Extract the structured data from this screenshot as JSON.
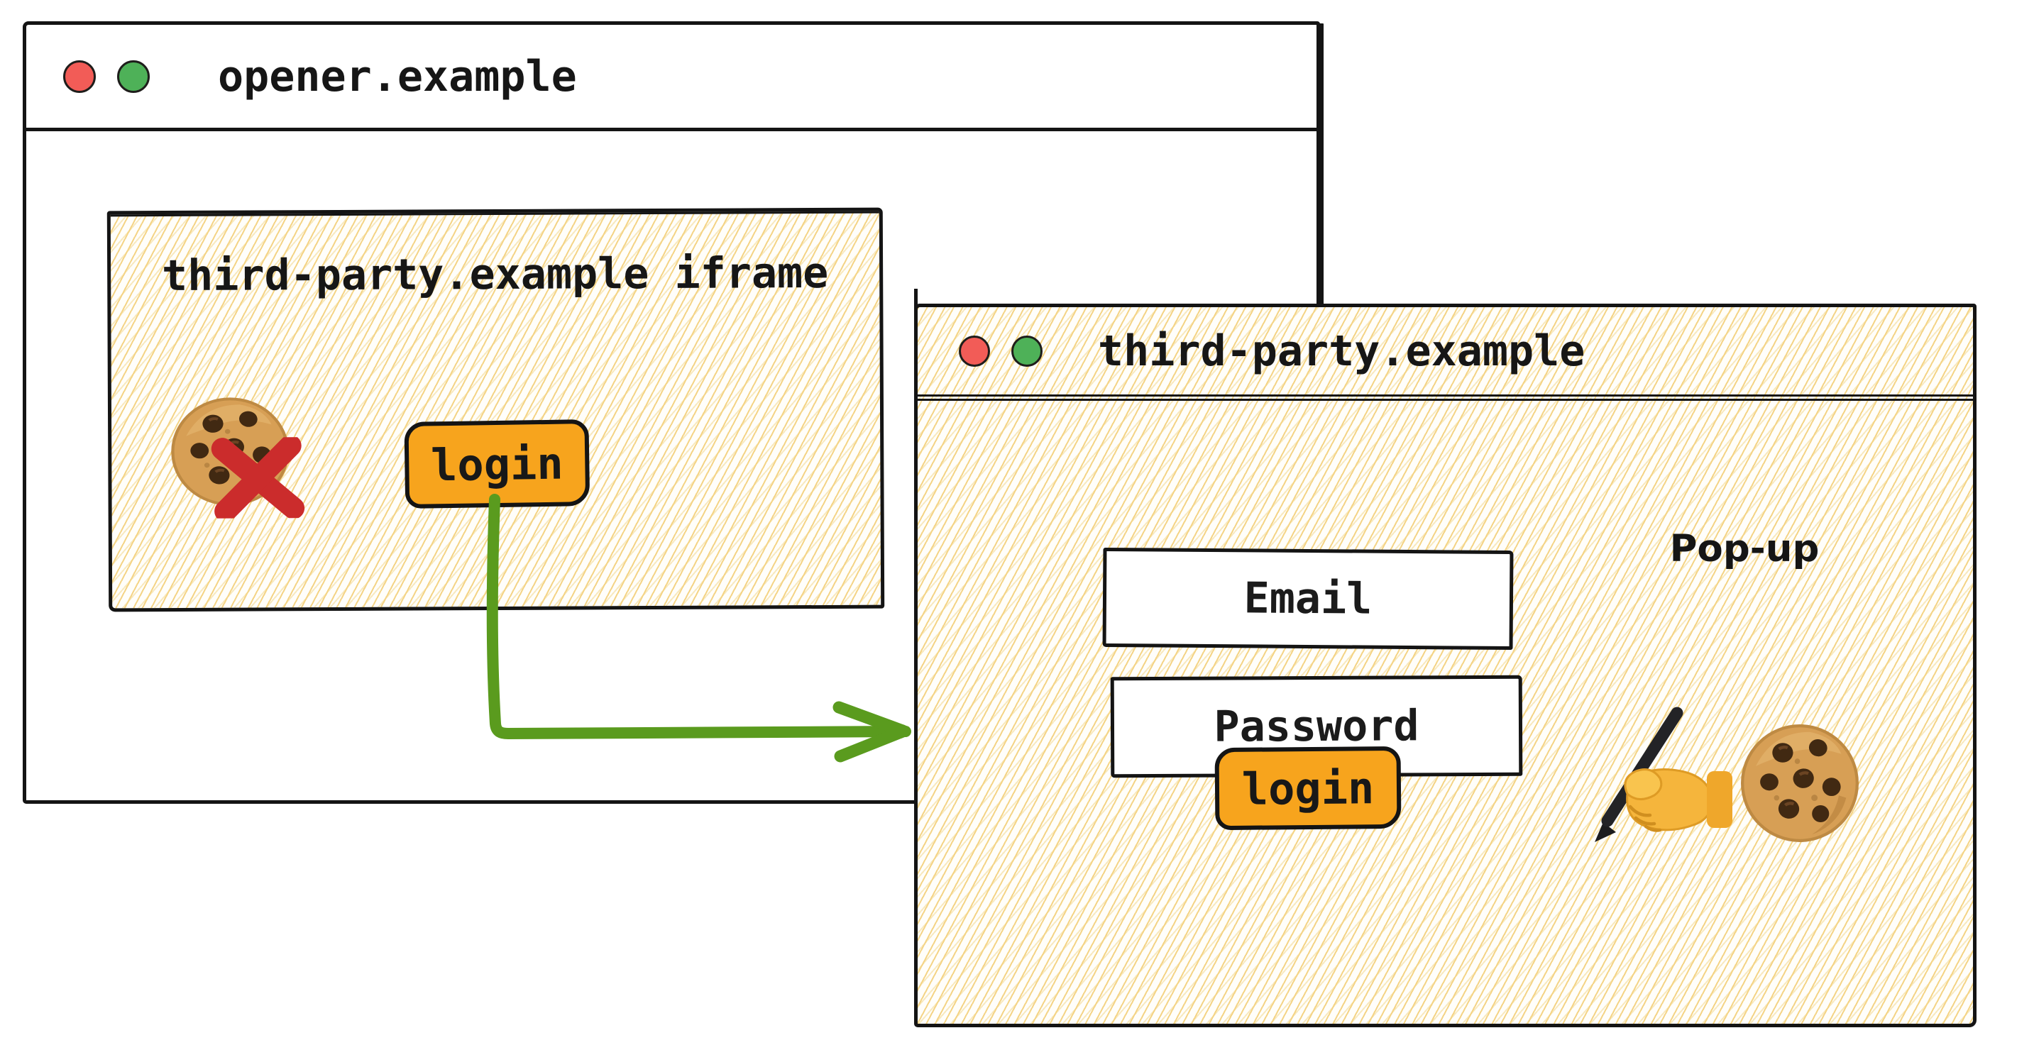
{
  "opener_window": {
    "title": "opener.example",
    "iframe": {
      "title": "third-party.example iframe",
      "login_button": "login"
    }
  },
  "popup_window": {
    "title": "third-party.example",
    "caption": "Pop-up",
    "fields": {
      "email": "Email",
      "password": "Password"
    },
    "login_button": "login"
  },
  "icons": {
    "opener_traffic_lights": [
      "red-dot",
      "green-dot"
    ],
    "popup_traffic_lights": [
      "red-dot",
      "green-dot"
    ],
    "iframe_blocked_cookie": "cookie-with-red-cross",
    "arrow": "green-elbow-arrow-login-to-popup",
    "popup_decorations": [
      "writing-hand",
      "cookie"
    ]
  },
  "colors": {
    "button_orange": "#F7A41D",
    "arrow_green": "#5A9B1E",
    "cross_red": "#CB2C2C",
    "dot_red": "#F25C57",
    "dot_green": "#4EB158",
    "hatch_line": "#F4D486",
    "ink": "#141414"
  }
}
